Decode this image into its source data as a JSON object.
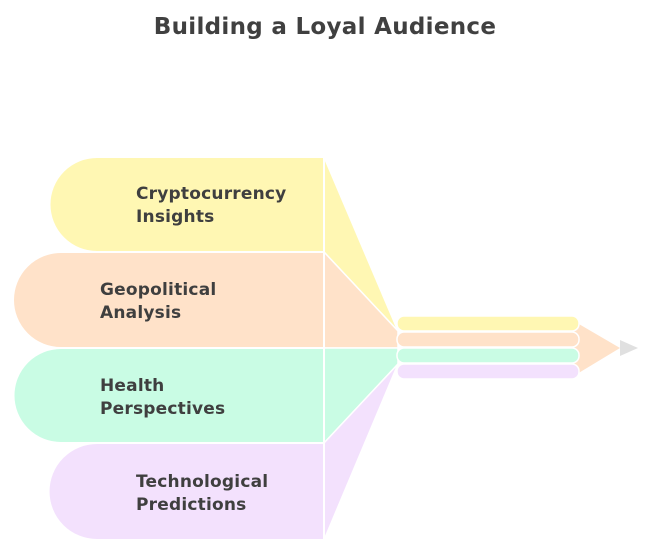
{
  "title": "Building a Loyal Audience",
  "items": [
    {
      "label": "Cryptocurrency\nInsights",
      "color": "#fff7b3"
    },
    {
      "label": "Geopolitical\nAnalysis",
      "color": "#ffe2c9"
    },
    {
      "label": "Health\nPerspectives",
      "color": "#c9fce4"
    },
    {
      "label": "Technological\nPredictions",
      "color": "#f3e1fd"
    }
  ],
  "tip_color": "#ffe2c9",
  "lead_color": "#e0e0e0"
}
